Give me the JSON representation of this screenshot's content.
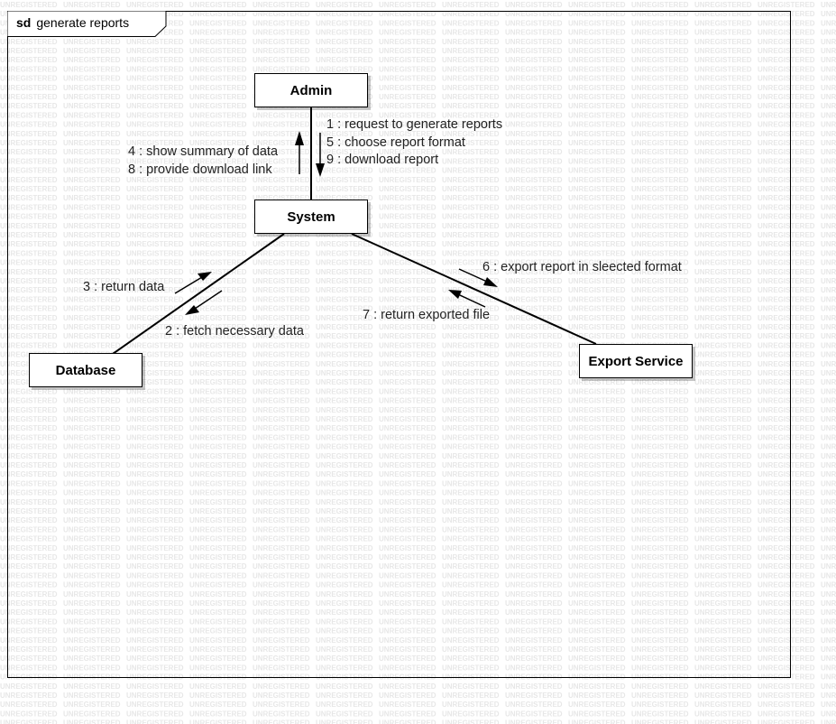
{
  "frame": {
    "keyword": "sd",
    "name": "generate reports"
  },
  "watermark": {
    "text": "UNREGISTERED"
  },
  "lifelines": {
    "admin": "Admin",
    "system": "System",
    "database": "Database",
    "export_service": "Export Service"
  },
  "messages": {
    "m1": "1 : request to generate reports",
    "m2": "2 : fetch necessary data",
    "m3": "3 : return data",
    "m4": "4 : show summary of data",
    "m5": "5 : choose report format",
    "m6": "6 : export report in sleected format",
    "m7": "7 : return exported file",
    "m8": "8 : provide download link",
    "m9": "9 : download report"
  }
}
